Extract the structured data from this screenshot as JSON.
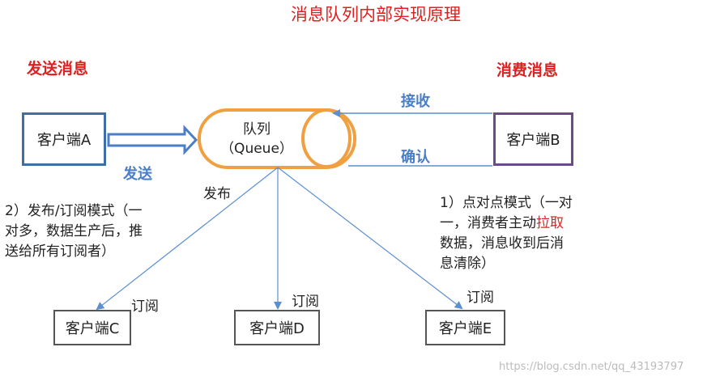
{
  "title": "消息队列内部实现原理",
  "send_side": {
    "heading": "发送消息",
    "send_label": "发送"
  },
  "consume_side": {
    "heading": "消费消息",
    "receive_label": "接收",
    "confirm_label": "确认"
  },
  "queue": {
    "name": "队列",
    "name_en": "（Queue）"
  },
  "clients": {
    "a": "客户端A",
    "b": "客户端B",
    "c": "客户端C",
    "d": "客户端D",
    "e": "客户端E"
  },
  "publish_label": "发布",
  "subscribe_label": "订阅",
  "pubsub_desc": {
    "line1": "2）发布/订阅模式（一",
    "line2": "对多，数据生产后，推",
    "line3": "送给所有订阅者）"
  },
  "p2p_desc": {
    "line1": "1）点对点模式（一对",
    "line2_prefix": "一，消费者主动",
    "line2_highlight": "拉取",
    "line3": "数据，消息收到后消",
    "line4": "息清除）"
  },
  "watermark": "https://blog.csdn.net/qq_43193797",
  "colors": {
    "title": "#e02020",
    "highlight": "#e02020",
    "label_blue": "#4a7ec7",
    "queue_orange": "#f0a040",
    "box_blue": "#3e6ea6",
    "box_purple": "#6b4a8a",
    "line_blue": "#5b8fd0"
  }
}
